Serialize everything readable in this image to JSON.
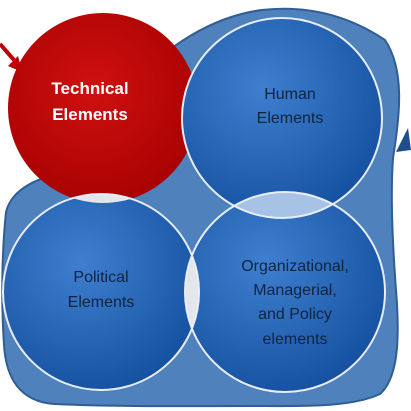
{
  "diagram": {
    "technical": {
      "line1": "Technical",
      "line2": "Elements"
    },
    "human": {
      "line1": "Human",
      "line2": "Elements"
    },
    "political": {
      "line1": "Political",
      "line2": "Elements"
    },
    "organizational": {
      "line1": "Organizational,",
      "line2": "Managerial,",
      "line3": "and Policy",
      "line4": "elements"
    }
  },
  "colors": {
    "technical_red": "#c00000",
    "outer_blob": "#4f81bd",
    "circle_blue": "#1f5fb0",
    "overlap_light_blue": "#a6c3e6",
    "overlap_light_gray": "#e3e6ea",
    "circle_stroke": "#e8eef6"
  }
}
